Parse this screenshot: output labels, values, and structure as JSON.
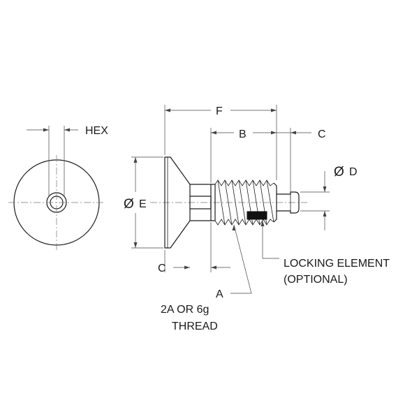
{
  "labels": {
    "hex": "HEX",
    "f": "F",
    "b": "B",
    "c_top": "C",
    "d": "D",
    "e": "E",
    "c_bottom": "C",
    "a": "A",
    "locking_line1": "LOCKING ELEMENT",
    "locking_line2": "(OPTIONAL)",
    "thread_line1": "2A OR 6g",
    "thread_line2": "THREAD",
    "diameter_symbol": "Ø"
  }
}
